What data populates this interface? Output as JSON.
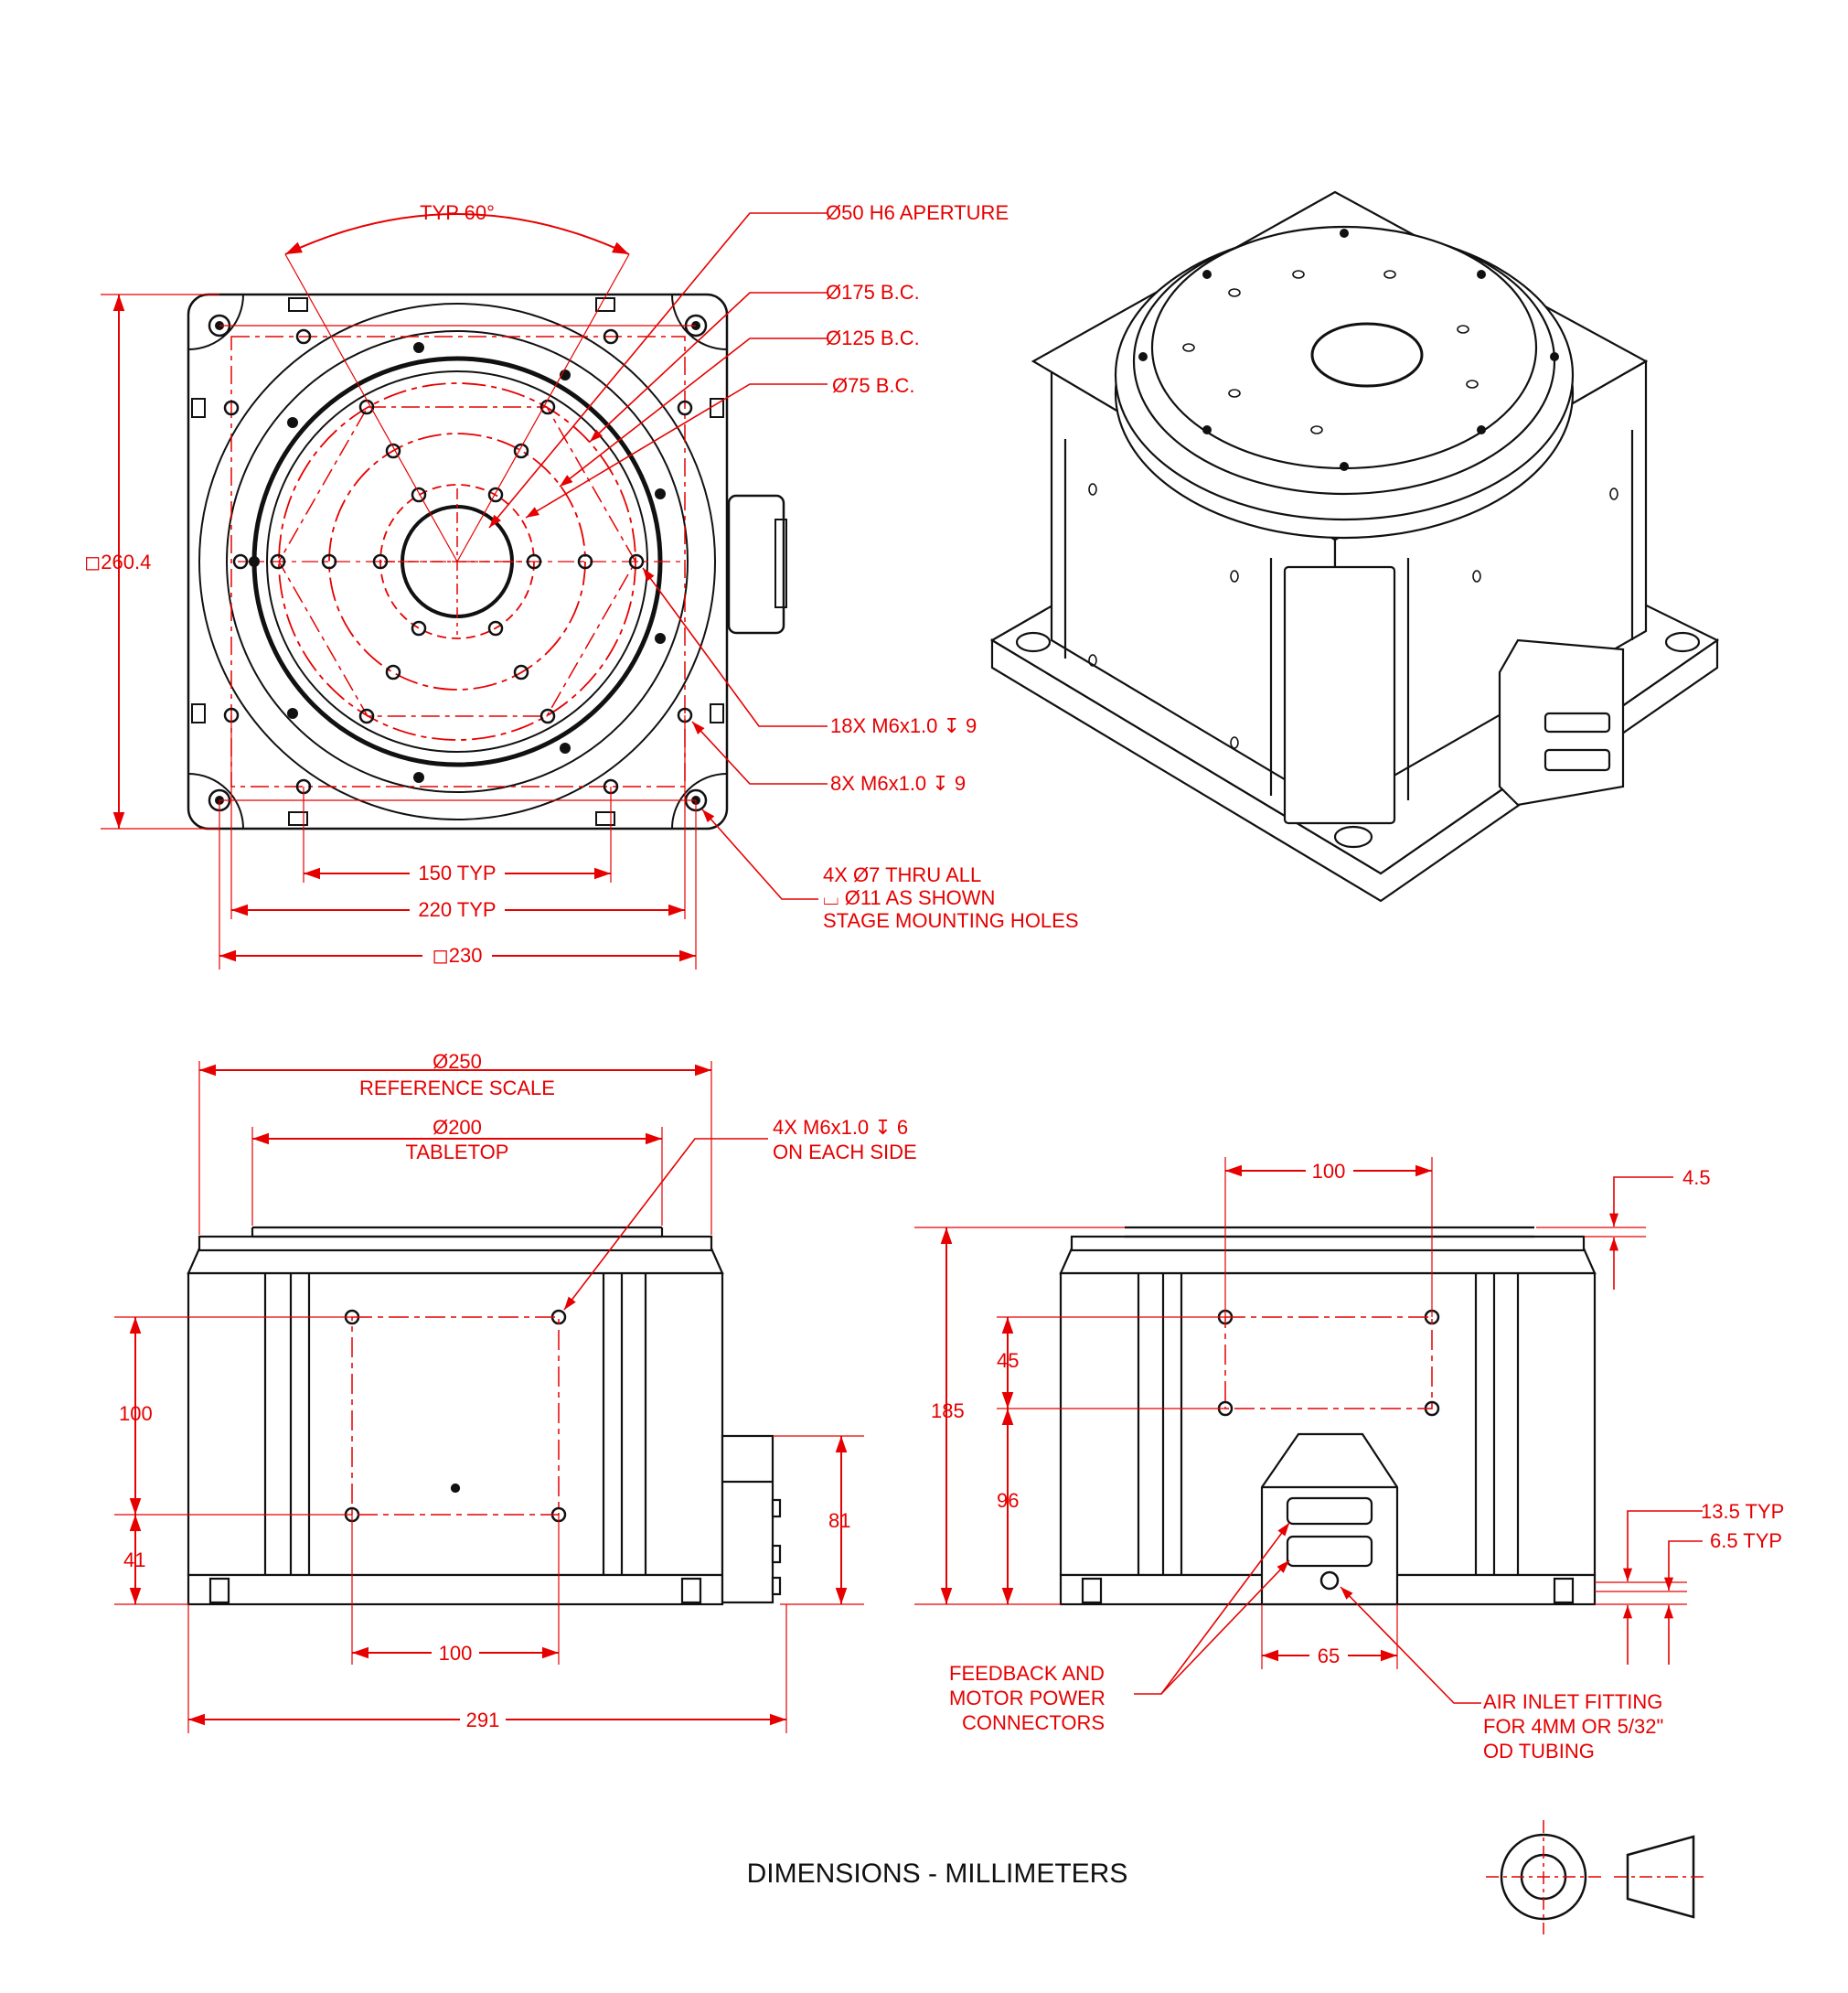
{
  "labels": {
    "typ60": "TYP 60°",
    "aperture": "Ø50 H6 APERTURE",
    "bc175": "Ø175 B.C.",
    "bc125": "Ø125 B.C.",
    "bc75": "Ø75 B.C.",
    "sq260": "◻260.4",
    "holes18": "18X M6x1.0 ↧ 9",
    "holes8": "8X M6x1.0 ↧ 9",
    "mount1": "4X Ø7 THRU ALL",
    "mount2": "⌴ Ø11 AS SHOWN",
    "mount3": "STAGE MOUNTING HOLES",
    "typ150": "150 TYP",
    "typ220": "220 TYP",
    "sq230": "◻230",
    "d250": "Ø250",
    "refscale": "REFERENCE SCALE",
    "d200": "Ø200",
    "tabletop": "TABLETOP",
    "side1": "4X M6x1.0 ↧ 6",
    "side2": "ON EACH SIDE",
    "v100": "100",
    "v41": "41",
    "h100": "100",
    "v81": "81",
    "w291": "291",
    "r100": "100",
    "r45": "4.5",
    "r185": "185",
    "r45b": "45",
    "r96": "96",
    "r135": "13.5 TYP",
    "r65": "6.5 TYP",
    "w65": "65",
    "fb1": "FEEDBACK AND",
    "fb2": "MOTOR POWER",
    "fb3": "CONNECTORS",
    "air1": "AIR INLET FITTING",
    "air2": "FOR 4MM OR 5/32\"",
    "air3": "OD TUBING",
    "units": "DIMENSIONS - MILLIMETERS"
  }
}
